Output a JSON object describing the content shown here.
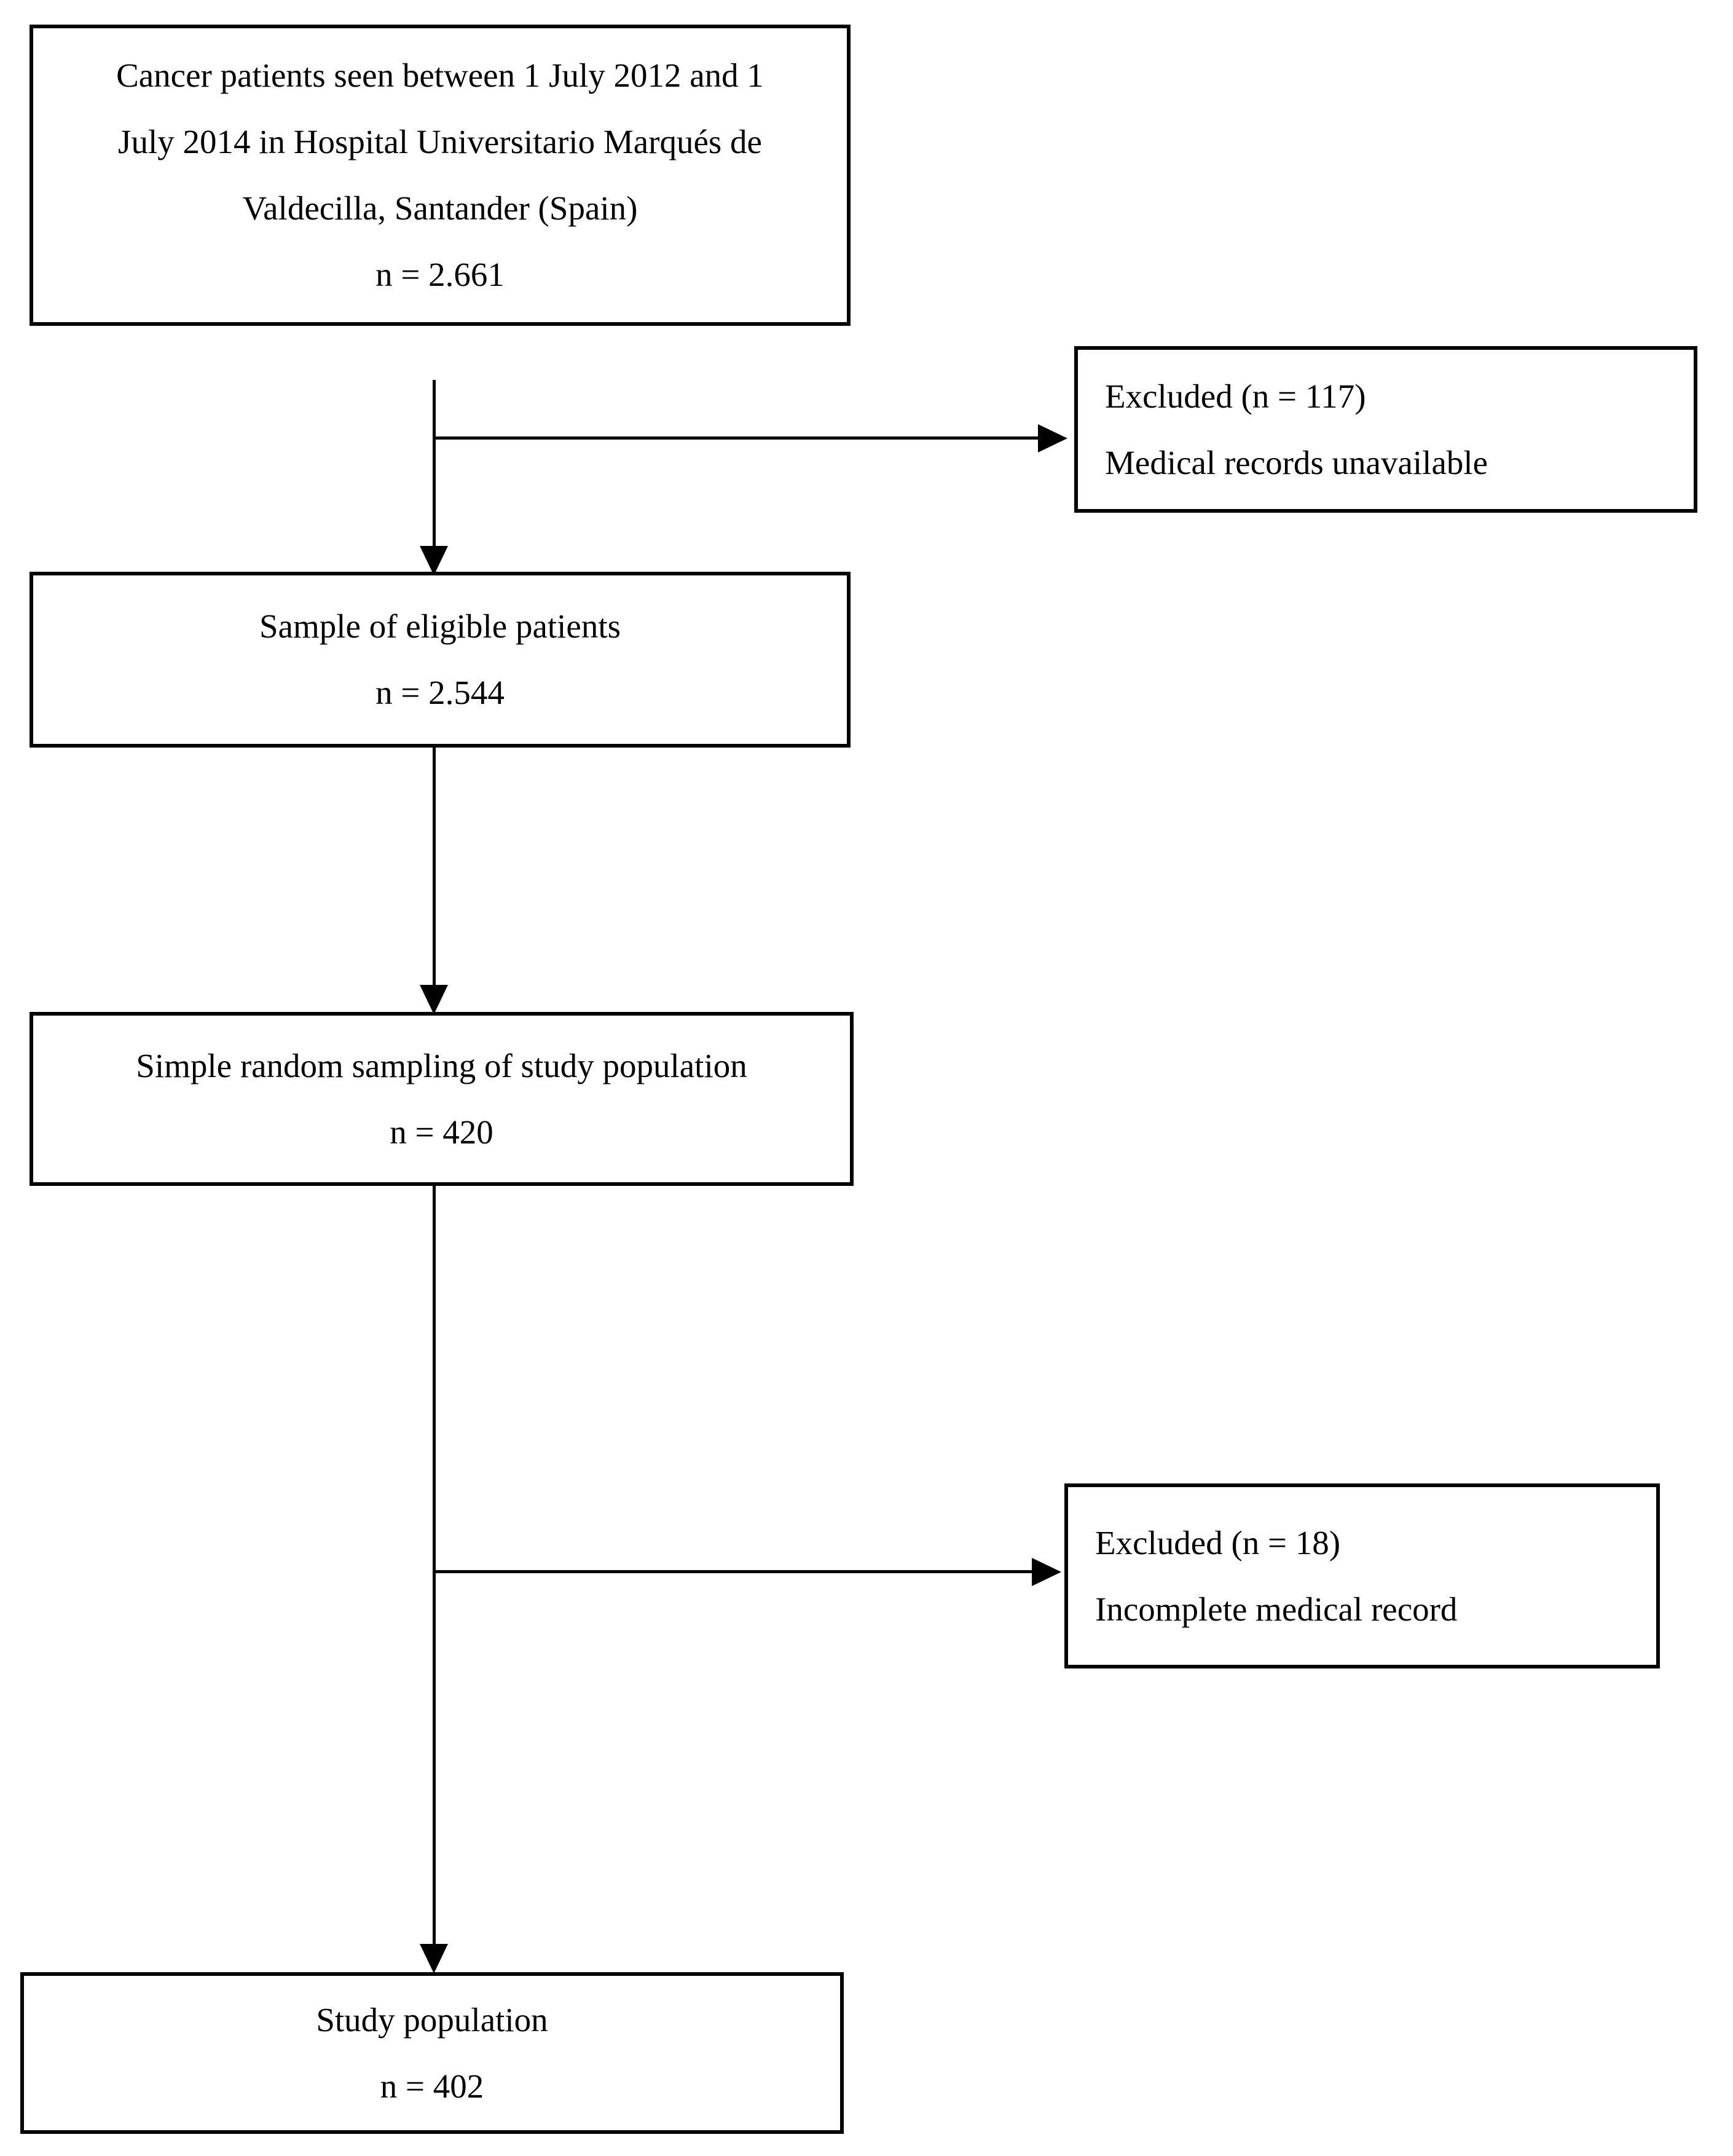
{
  "page": {
    "background_color": "#ffffff",
    "text_color": "#000000",
    "border_color": "#000000"
  },
  "diagram": {
    "type": "flowchart",
    "boxes": {
      "cancer_patients": {
        "lines": [
          "Cancer patients seen between 1 July 2012 and 1",
          "July 2014 in Hospital Universitario Marqués de",
          "Valdecilla, Santander (Spain)",
          "n = 2.661"
        ]
      },
      "excluded_unavailable": {
        "lines": [
          "Excluded (n = 117)",
          "Medical records unavailable"
        ]
      },
      "eligible_patients": {
        "lines": [
          "Sample of eligible patients",
          "n = 2.544"
        ]
      },
      "random_sampling": {
        "lines": [
          "Simple random sampling of study population",
          "n = 420"
        ]
      },
      "excluded_incomplete": {
        "lines": [
          "Excluded (n = 18)",
          "Incomplete medical record"
        ]
      },
      "study_population": {
        "lines": [
          "Study population",
          "n = 402"
        ]
      }
    },
    "connectors": [
      {
        "from": "cancer_patients",
        "to": "eligible_patients",
        "style": "arrow-down"
      },
      {
        "from": "cancer_patients",
        "to": "excluded_unavailable",
        "style": "arrow-right-branch"
      },
      {
        "from": "eligible_patients",
        "to": "random_sampling",
        "style": "arrow-down"
      },
      {
        "from": "random_sampling",
        "to": "study_population",
        "style": "arrow-down"
      },
      {
        "from": "random_sampling",
        "to": "excluded_incomplete",
        "style": "arrow-right-branch"
      }
    ]
  }
}
